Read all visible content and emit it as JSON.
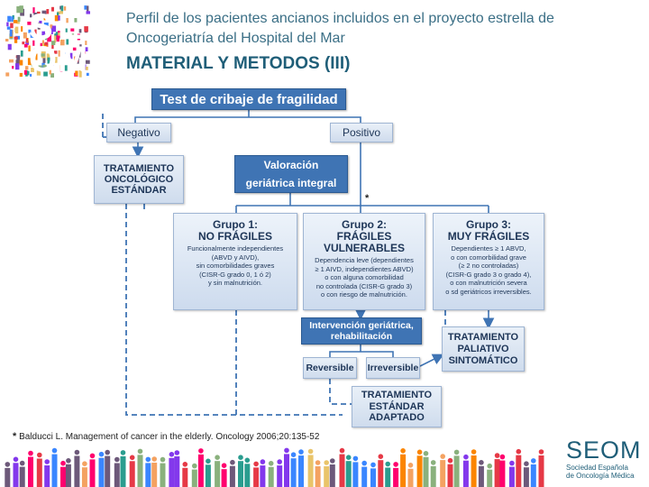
{
  "header": {
    "title_line1": "Perfil de los pacientes ancianos incluidos en el proyecto estrella de",
    "title_line2": "Oncogeriatría del Hospital del Mar",
    "section_title": "MATERIAL Y METODOS (III)"
  },
  "logo": {
    "letters": [
      "S",
      "E",
      "O",
      "M"
    ]
  },
  "flow": {
    "top": "Test de cribaje de fragilidad",
    "negativo": "Negativo",
    "positivo": "Positivo",
    "tratamiento_estandar": [
      "TRATAMIENTO",
      "ONCOLÓGICO",
      "ESTÁNDAR"
    ],
    "valoracion": [
      "Valoración",
      "geriátrica integral"
    ],
    "asterisk": "*",
    "grupo1": {
      "heading": [
        "Grupo 1:",
        "NO FRÁGILES"
      ],
      "detail": [
        "Funcionalmente independientes",
        "(ABVD y AIVD),",
        "sin comorbilidades graves",
        "(CISR-G grado 0, 1 ó 2)",
        "y sin malnutrición."
      ]
    },
    "grupo2": {
      "heading": [
        "Grupo 2:",
        "FRÁGILES",
        "VULNERABLES"
      ],
      "detail": [
        "Dependencia leve (dependientes",
        "≥ 1 AIVD, independientes ABVD)",
        "o con alguna comorbilidad",
        "no controlada (CISR-G grado 3)",
        "o con riesgo de malnutrición."
      ]
    },
    "grupo3": {
      "heading": [
        "Grupo 3:",
        "MUY FRÁGILES"
      ],
      "detail": [
        "Dependientes ≥ 1 ABVD,",
        "o con comorbilidad grave",
        "(≥ 2 no controladas)",
        "(CISR-G grado 3 o grado 4),",
        "o con malnutrición severa",
        "o sd geriátricos irreversibles."
      ]
    },
    "intervencion": [
      "Intervención geriátrica,",
      "rehabilitación"
    ],
    "reversible": "Reversible",
    "irreversible": "Irreversible",
    "paliativo": [
      "TRATAMIENTO",
      "PALIATIVO",
      "SINTOMÁTICO"
    ],
    "adaptado": [
      "TRATAMIENTO",
      "ESTÁNDAR",
      "ADAPTADO"
    ]
  },
  "footnote": {
    "marker": "*",
    "text": "Balducci L. Management of cancer in the elderly. Oncology 2006;20:135-52"
  },
  "brand": {
    "name": "SEOM",
    "sub_line1": "Sociedad Española",
    "sub_line2": "de Oncología Médica"
  }
}
